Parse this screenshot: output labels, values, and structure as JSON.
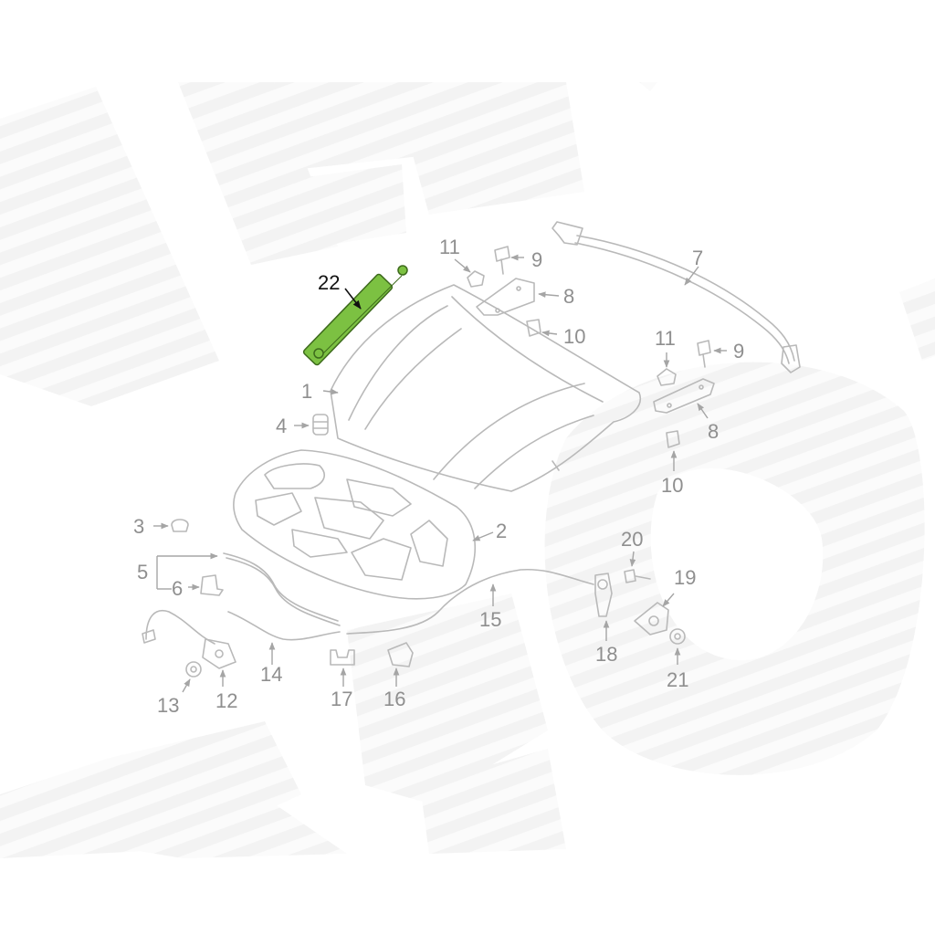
{
  "diagram": {
    "highlight_color": "#7cc142",
    "line_color": "#b9b9b9",
    "label_color": "#8f8f8f",
    "callouts": {
      "c1": "1",
      "c2": "2",
      "c3": "3",
      "c4": "4",
      "c5": "5",
      "c6": "6",
      "c7": "7",
      "c8a": "8",
      "c8b": "8",
      "c9a": "9",
      "c9b": "9",
      "c10a": "10",
      "c10b": "10",
      "c11a": "11",
      "c11b": "11",
      "c12": "12",
      "c13": "13",
      "c14": "14",
      "c15": "15",
      "c16": "16",
      "c17": "17",
      "c18": "18",
      "c19": "19",
      "c20": "20",
      "c21": "21",
      "c22": "22"
    }
  }
}
